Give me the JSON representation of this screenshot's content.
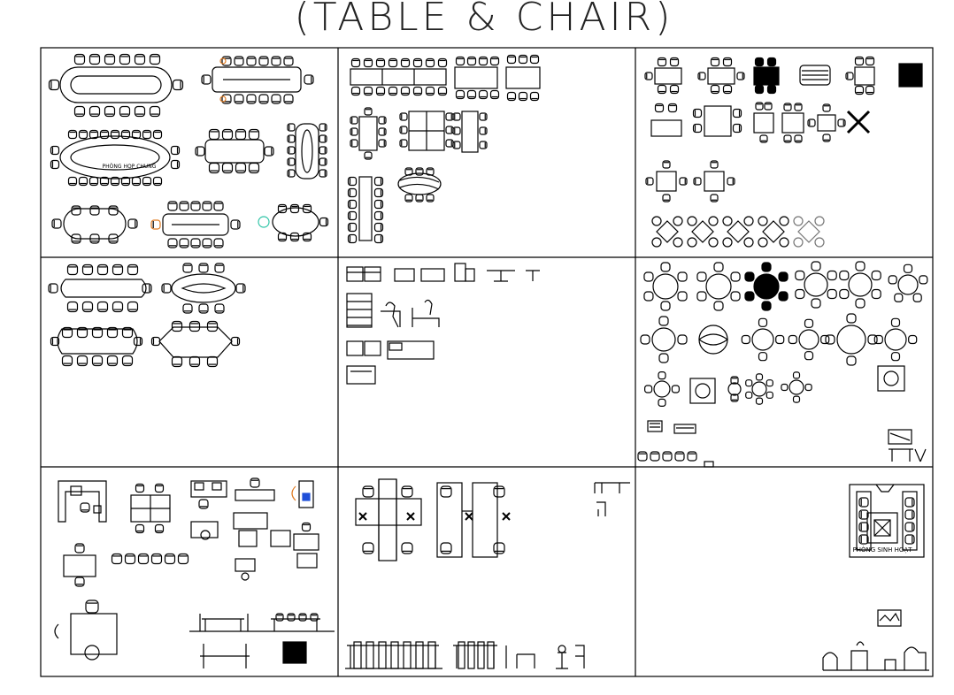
{
  "title": "(TABLE & CHAIR)",
  "labels": {
    "phong_hop_chung": "PHÒNG HỌP CHUNG",
    "phong_sinh_hoat": "PHÒNG SINH HOẠT"
  },
  "colors": {
    "line": "#000000",
    "accent_orange": "#e07a20",
    "accent_teal": "#2ec4a6",
    "accent_blue": "#1f4fd8",
    "sheet_background": "#ffffff"
  },
  "panels": [
    {
      "id": "meeting-tables-large"
    },
    {
      "id": "rectangular-dining-sets"
    },
    {
      "id": "square-and-small-tables"
    },
    {
      "id": "boat-shaped-meeting-tables"
    },
    {
      "id": "desks-and-elevations"
    },
    {
      "id": "round-tables"
    },
    {
      "id": "office-workstations"
    },
    {
      "id": "cubicle-clusters"
    },
    {
      "id": "living-room-layout"
    }
  ]
}
